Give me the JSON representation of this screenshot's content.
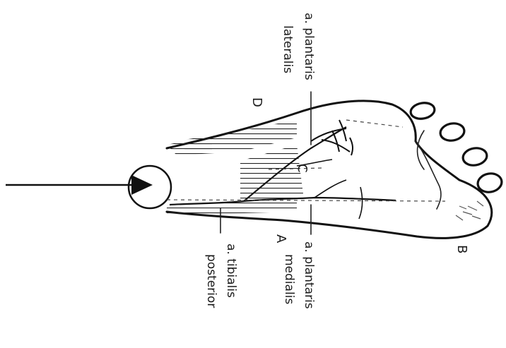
{
  "diagram": {
    "labels": {
      "plantaris_lateralis_1": "a. plantaris",
      "plantaris_lateralis_2": "lateralis",
      "plantaris_medialis_1": "a. plantaris",
      "plantaris_medialis_2": "medialis",
      "tibialis_posterior_1": "a. tibialis",
      "tibialis_posterior_2": "posterior"
    },
    "letters": {
      "a": "A",
      "b": "B",
      "c": "C",
      "d": "D"
    },
    "colors": {
      "ink": "#111111",
      "background": "#ffffff"
    }
  }
}
